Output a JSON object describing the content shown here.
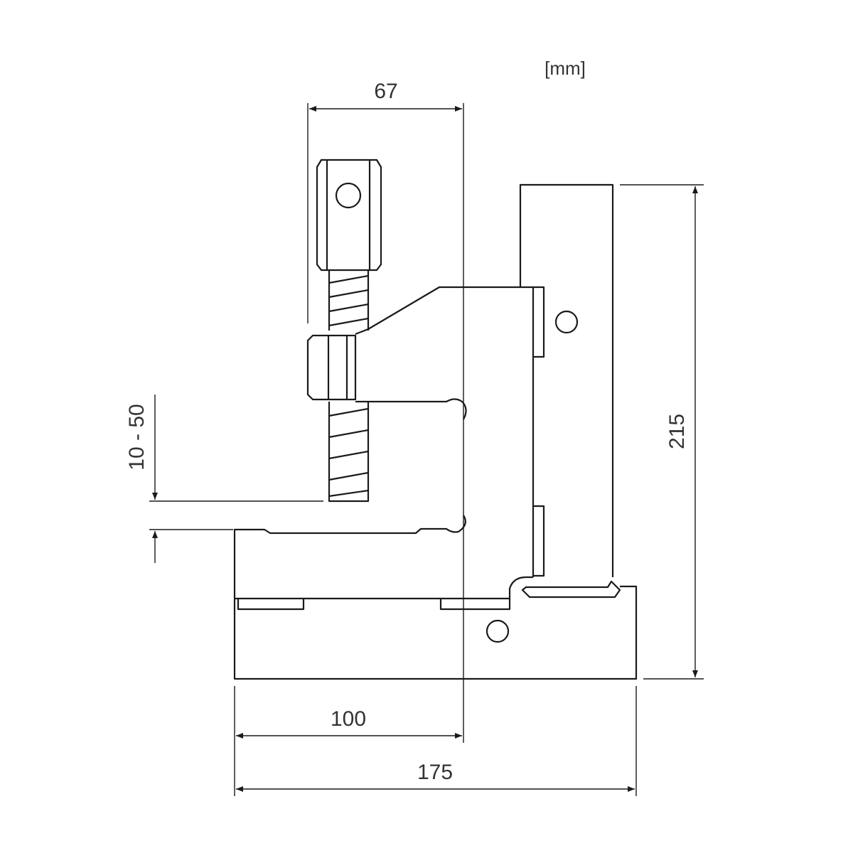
{
  "unit_label": "[mm]",
  "dimensions": {
    "screw_offset": "67",
    "clamp_range": "10 - 50",
    "height": "215",
    "jaw_length": "100",
    "total_length": "175"
  },
  "colors": {
    "line": "#1a1a1a",
    "text": "#333333"
  }
}
